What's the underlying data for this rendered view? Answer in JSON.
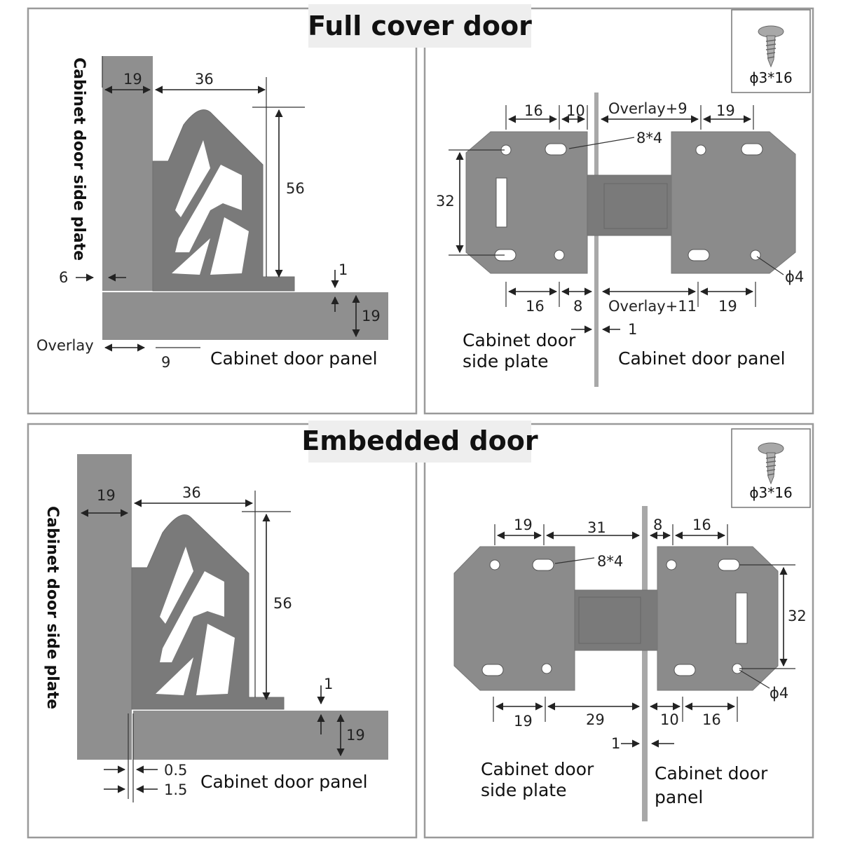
{
  "sections": {
    "full_cover": {
      "title": "Full cover door",
      "side_view": {
        "side_plate_label": "Cabinet door side plate",
        "panel_label": "Cabinet door panel",
        "overlay_label": "Overlay",
        "dims": {
          "top_a": "19",
          "top_b": "36",
          "height": "56",
          "gap_left": "6",
          "gap_bottom": "1",
          "thickness": "19",
          "overlay_val": "9"
        }
      },
      "plan_view": {
        "screw_label": "ϕ3*16",
        "top_dims": {
          "a": "16",
          "b": "10",
          "c": "Overlay+9",
          "d": "19"
        },
        "bottom_dims": {
          "a": "16",
          "b": "8",
          "c": "Overlay+11",
          "d": "19"
        },
        "slot_label": "8*4",
        "height_label": "32",
        "hole_label": "ϕ4",
        "gap_label": "1",
        "side_plate_label_1": "Cabinet door",
        "side_plate_label_2": "side plate",
        "panel_label": "Cabinet door panel"
      }
    },
    "embedded": {
      "title": "Embedded door",
      "side_view": {
        "side_plate_label": "Cabinet door side plate",
        "panel_label": "Cabinet door panel",
        "dims": {
          "top_a": "19",
          "top_b": "36",
          "height": "56",
          "gap_bottom": "1",
          "thickness": "19",
          "offset_a": "0.5",
          "offset_b": "1.5"
        }
      },
      "plan_view": {
        "screw_label": "ϕ3*16",
        "top_dims": {
          "a": "19",
          "b": "31",
          "c": "8",
          "d": "16"
        },
        "bottom_dims": {
          "a": "19",
          "b": "29",
          "c": "10",
          "d": "16"
        },
        "slot_label": "8*4",
        "height_label": "32",
        "hole_label": "ϕ4",
        "gap_label": "1",
        "side_plate_label_1": "Cabinet door",
        "side_plate_label_2": "side plate",
        "panel_label_1": "Cabinet door",
        "panel_label_2": "panel"
      }
    }
  }
}
